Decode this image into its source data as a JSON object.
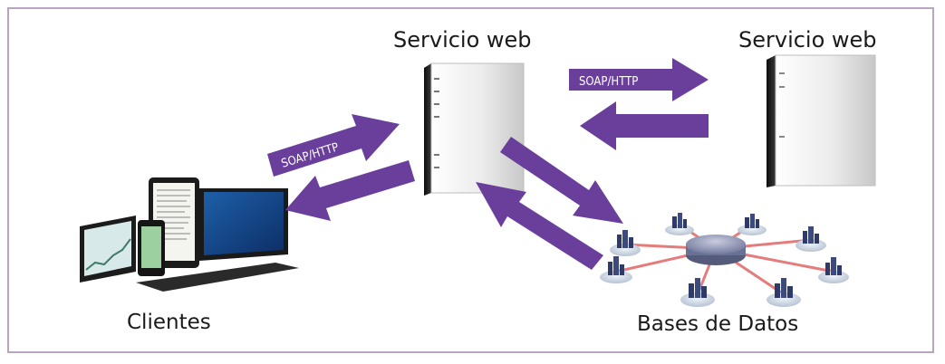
{
  "labels": {
    "web_service_center": "Servicio web",
    "web_service_right": "Servicio web",
    "clients": "Clientes",
    "databases": "Bases de Datos",
    "soap_top": "SOAP/HTTP",
    "soap_left": "SOAP/HTTP"
  },
  "colors": {
    "arrow": "#6a3f9c",
    "frame": "#b9a4c6",
    "server_body": "#f2f2f2",
    "server_dark": "#1c1c1c",
    "db_hub": "#7b82a4",
    "db_spoke": "#e57c7c"
  },
  "icons": [
    "server-icon",
    "laptop-icon",
    "tablet-icon",
    "phone-icon",
    "database-hub-icon",
    "city-node-icon"
  ]
}
